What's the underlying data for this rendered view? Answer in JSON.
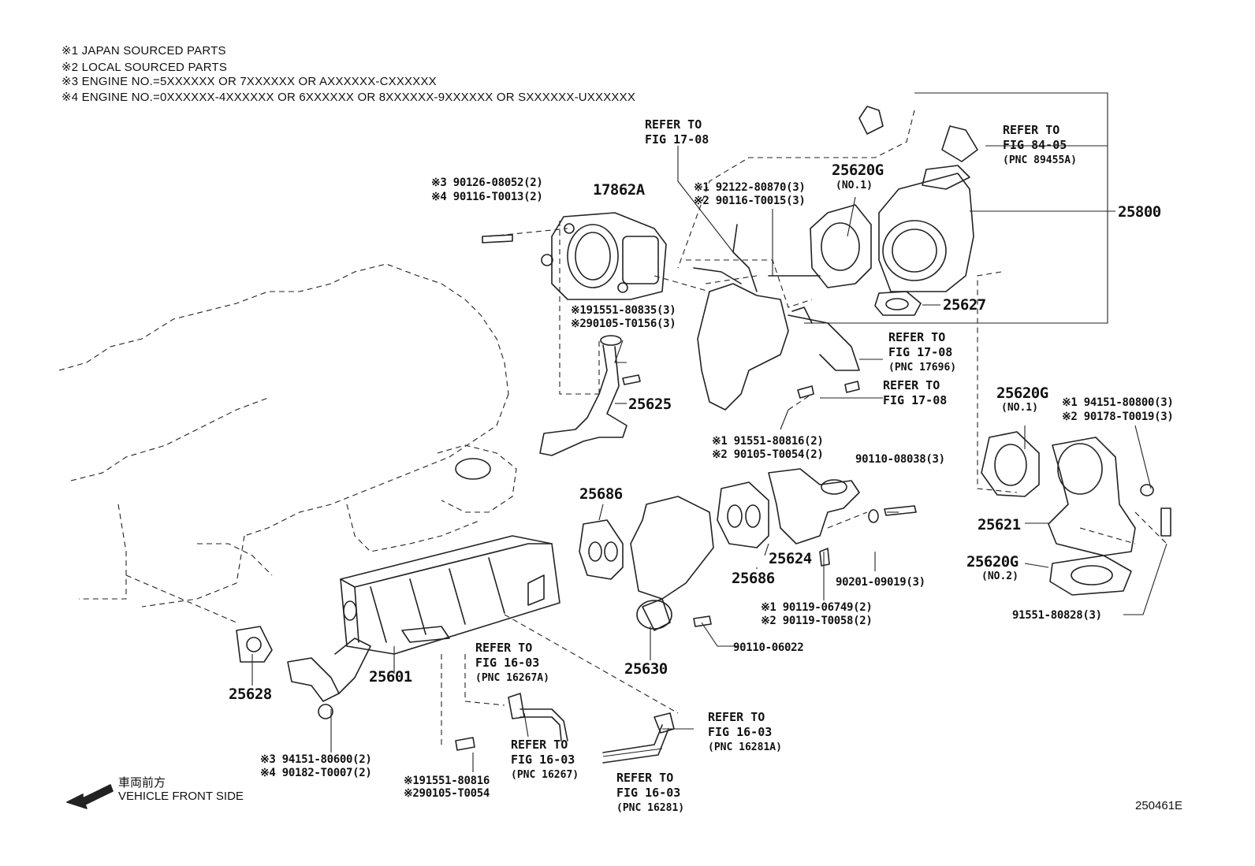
{
  "notes": [
    "※1 JAPAN SOURCED PARTS",
    "※2 LOCAL SOURCED PARTS",
    "※3 ENGINE NO.=5XXXXXX OR 7XXXXXX OR AXXXXXX-CXXXXXX",
    "※4 ENGINE NO.=0XXXXXX-4XXXXXX OR 6XXXXXX OR 8XXXXXX-9XXXXXX OR SXXXXXX-UXXXXXX"
  ],
  "parts": {
    "p17862A": "17862A",
    "p25620G_top": "25620G",
    "p25620G_top_sub": "(NO.1)",
    "p25800": "25800",
    "p25627": "25627",
    "p25625": "25625",
    "p25620G_right": "25620G",
    "p25620G_right_sub": "(NO.1)",
    "p25621": "25621",
    "p25620G_no2": "25620G",
    "p25620G_no2_sub": "(NO.2)",
    "p25686_top": "25686",
    "p25686_bottom": "25686",
    "p25624": "25624",
    "p25630": "25630",
    "p25601": "25601",
    "p25628": "25628"
  },
  "fasteners": {
    "stud_a1": "※3 90126-08052(2)",
    "stud_a2": "※4 90116-T0013(2)",
    "hose_b1": "※1 92122-80870(3)",
    "hose_b2": "※2 90116-T0015(3)",
    "bolt_c1": "※191551-80835(3)",
    "bolt_c2": "※290105-T0156(3)",
    "bolt_d1": "※1 91551-80816(2)",
    "bolt_d2": "※2 90105-T0054(2)",
    "nut_e1": "※1 94151-80800(3)",
    "nut_e2": "※2 90178-T0019(3)",
    "bolt_f": "90110-08038(3)",
    "washer_g": "90201-09019(3)",
    "bolt_h1": "※1 90119-06749(2)",
    "bolt_h2": "※2 90119-T0058(2)",
    "bolt_i": "90110-06022",
    "bolt_j": "91551-80828(3)",
    "nut_k1": "※3 94151-80600(2)",
    "nut_k2": "※4 90182-T0007(2)",
    "bolt_l1": "※191551-80816",
    "bolt_l2": "※290105-T0054"
  },
  "references": {
    "r1": [
      "REFER TO",
      "FIG 17-08",
      ""
    ],
    "r2": [
      "REFER TO",
      "FIG 84-05",
      "(PNC 89455A)"
    ],
    "r3": [
      "REFER TO",
      "FIG 17-08",
      "(PNC 17696)"
    ],
    "r4": [
      "REFER TO",
      "FIG 17-08",
      ""
    ],
    "r5": [
      "REFER TO",
      "FIG 16-03",
      "(PNC 16267A)"
    ],
    "r6": [
      "REFER TO",
      "FIG 16-03",
      "(PNC 16267)"
    ],
    "r7": [
      "REFER TO",
      "FIG 16-03",
      "(PNC 16281A)"
    ],
    "r8": [
      "REFER TO",
      "FIG 16-03",
      "(PNC 16281)"
    ]
  },
  "front_jp": "車両前方",
  "front_en": "VEHICLE FRONT SIDE",
  "diagram_id": "250461E"
}
